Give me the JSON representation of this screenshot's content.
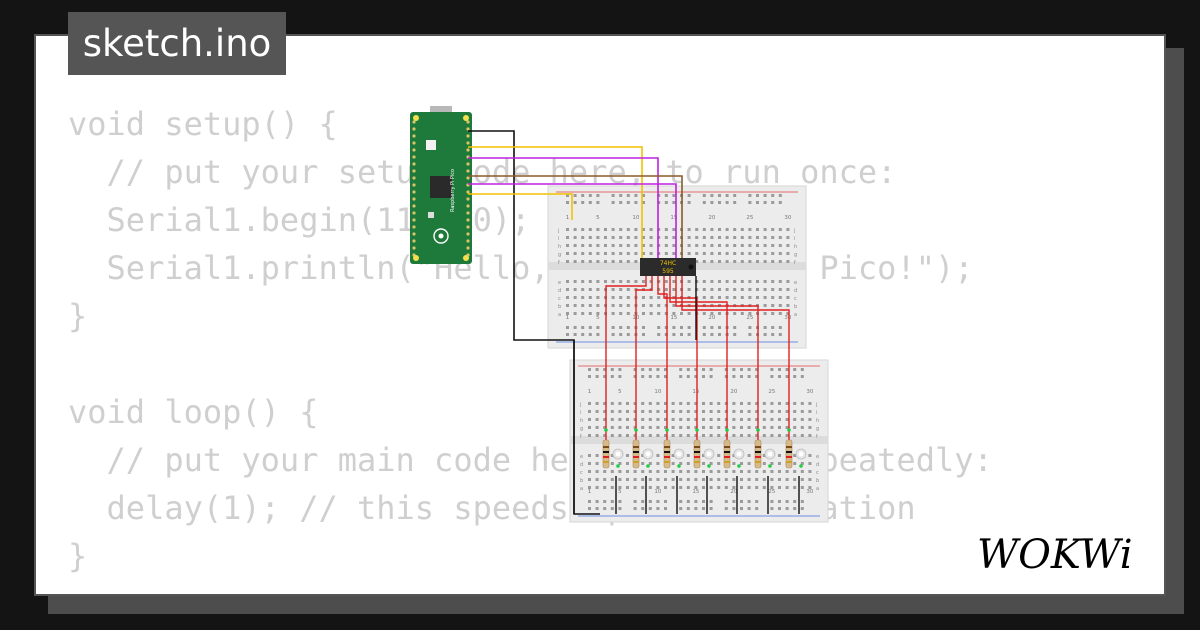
{
  "file_tab": {
    "title": "sketch.ino"
  },
  "code_lines": [
    "void setup() {",
    "  // put your setup code here, to run once:",
    "  Serial1.begin(115200);",
    "  Serial1.println(\"Hello, Raspberry Pi Pico!\");",
    "}",
    "",
    "void loop() {",
    "  // put your main code here, to run repeatedly:",
    "  delay(1); // this speeds up the simulation",
    "}"
  ],
  "circuit": {
    "chip_label_line1": "74HC",
    "chip_label_line2": "595",
    "board_name": "Raspberry Pi Pico",
    "breadboard_numbers": [
      "1",
      "5",
      "10",
      "15",
      "20",
      "25",
      "30"
    ],
    "row_letters_top": [
      "j",
      "i",
      "h",
      "g",
      "f"
    ],
    "row_letters_bottom": [
      "e",
      "d",
      "c",
      "b",
      "a"
    ],
    "led_count": 7
  },
  "logo": {
    "text": "WOKWi",
    "color": "#000000"
  },
  "colors": {
    "background": "#141414",
    "card": "#ffffff",
    "tab": "#555555",
    "code_text": "#cfcfcf",
    "wire_red": "#e02020",
    "wire_black": "#111111",
    "wire_yellow": "#f2c200",
    "wire_purple": "#c020e0",
    "wire_brown": "#8b5a2b",
    "pico_green": "#1e7a3a"
  }
}
